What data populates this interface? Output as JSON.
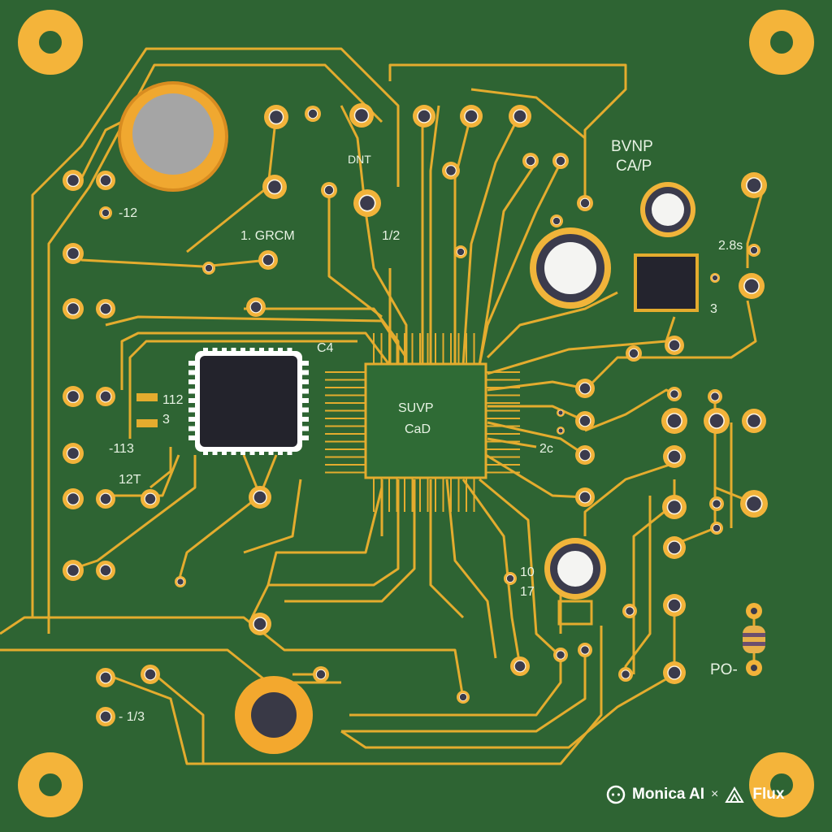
{
  "colors": {
    "board": "#2e6433",
    "trace": "#e4ac2e",
    "pad": "#f2b33a",
    "hole": "#3b3b4c",
    "chip": "#24242e"
  },
  "labels": {
    "dnt": "DNT",
    "grcm": "1. GRCM",
    "half": "1/2",
    "minus12": "-12",
    "c4": "C4",
    "cpu_line1": "SUVP",
    "cpu_line2": "CaD",
    "bvnp": "BVNP",
    "cap": "CA/P",
    "r28": "2.8s",
    "three": "3",
    "l112": "112",
    "l3": "3",
    "l113": "-113",
    "l12t": "12T",
    "l2c": "2c",
    "l10": "10",
    "l17": "17",
    "po": "PO-",
    "l13": "- 1/3"
  },
  "watermark": {
    "brand": "Monica AI",
    "sep": "×",
    "partner": "Flux"
  }
}
